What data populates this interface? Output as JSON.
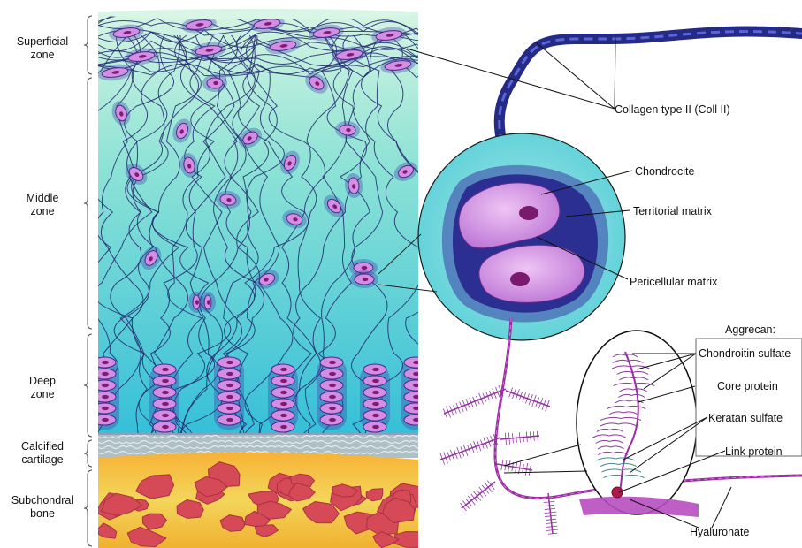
{
  "zones": {
    "superficial": [
      "Superficial",
      "zone"
    ],
    "middle": [
      "Middle",
      "zone"
    ],
    "deep": [
      "Deep",
      "zone"
    ],
    "calcified": [
      "Calcified",
      "cartilage"
    ],
    "subchondral": [
      "Subchondral",
      "bone"
    ]
  },
  "labels": {
    "collagen": "Collagen type II (Coll II)",
    "chondrocite": "Chondrocite",
    "territorial": "Territorial matrix",
    "pericellular": "Pericellular matrix",
    "aggrecan_title": "Aggrecan:",
    "chondroitin": "Chondroitin sulfate",
    "core": "Core protein",
    "keratan": "Keratan sulfate",
    "link": "Link protein",
    "hyaluronate": "Hyaluronate"
  },
  "colors": {
    "matrix_top": "#c9f0dc",
    "matrix_bottom": "#38c4d8",
    "cell_fill": "#d99ae6",
    "cell_nucleus": "#8a1f7a",
    "collagen_fiber": "#2b2f8c",
    "calcified": "#a9bcc4",
    "bone_bg": "#f2b033",
    "bone_spot": "#d9505e",
    "hyaluronate": "#9c2ca4"
  }
}
